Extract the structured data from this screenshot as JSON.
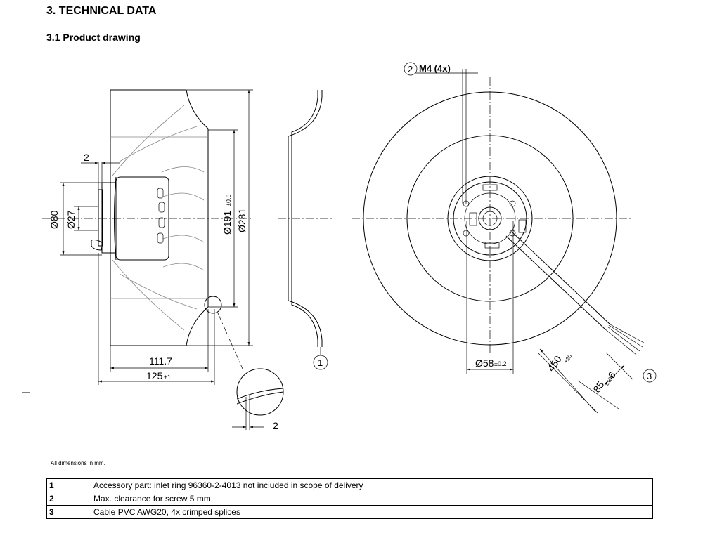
{
  "section_title": "3. TECHNICAL DATA",
  "subsection_title": "3.1 Product drawing",
  "dimensions": {
    "gap_top": "2",
    "dia_80": "Ø80",
    "dia_27": "Ø27",
    "dia_191": "Ø191",
    "dia_191_tol": "±0.8",
    "dia_281": "Ø281",
    "len_111": "111.7",
    "len_125": "125",
    "len_125_tol": "±1",
    "detail_gap": "2",
    "screw": "M4 (4x)",
    "dia_58": "Ø58",
    "dia_58_tol": "±0.2",
    "cable_450": "450",
    "cable_450_tol": "+20",
    "cable_85": "85",
    "cable_85_tol": "±10",
    "cable_6": "6"
  },
  "callouts": [
    "1",
    "2",
    "3"
  ],
  "note": "All dimensions in mm.",
  "legend": [
    {
      "num": "1",
      "text": "Accessory part: inlet ring 96360-2-4013 not included in scope of delivery"
    },
    {
      "num": "2",
      "text": "Max. clearance for screw 5 mm"
    },
    {
      "num": "3",
      "text": "Cable PVC AWG20, 4x crimped splices"
    }
  ]
}
